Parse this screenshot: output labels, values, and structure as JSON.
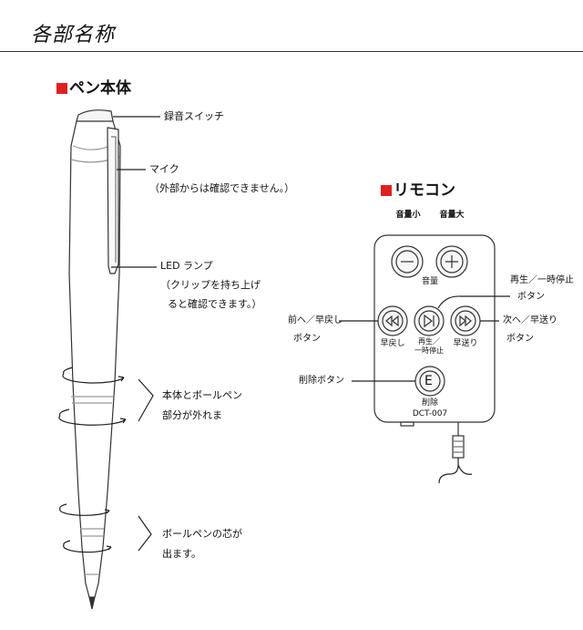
{
  "page_title": "各部名称",
  "accent_color": "#e02020",
  "pen_section": {
    "title": "ペン本体",
    "labels": {
      "record_switch": "録音スイッチ",
      "mic_line1": "マイク",
      "mic_line2": "（外部からは確認できません。）",
      "led_line1": "LED ランプ",
      "led_line2": "（クリップを持ち上げ",
      "led_line3": "ると確認できます。）",
      "separate_line1": "本体とボールペン",
      "separate_line2": "部分が外れま",
      "refill_line1": "ボールペンの芯が",
      "refill_line2": "出ます。"
    }
  },
  "remote_section": {
    "title": "リモコン",
    "labels": {
      "vol_down": "音量小",
      "vol_up": "音量大",
      "volume": "音量",
      "play_pause_line1": "再生／一時停止",
      "play_pause_line2": "ボタン",
      "prev_line1": "前へ／早戻し",
      "prev_line2": "ボタン",
      "next_line1": "次へ／早送り",
      "next_line2": "ボタン",
      "rewind": "早戻し",
      "play_small_line1": "再生／",
      "play_small_line2": "一時停止",
      "forward": "早送り",
      "delete_button": "削除ボタン",
      "delete_small": "削除",
      "delete_key": "E",
      "model": "DCT-007"
    }
  }
}
